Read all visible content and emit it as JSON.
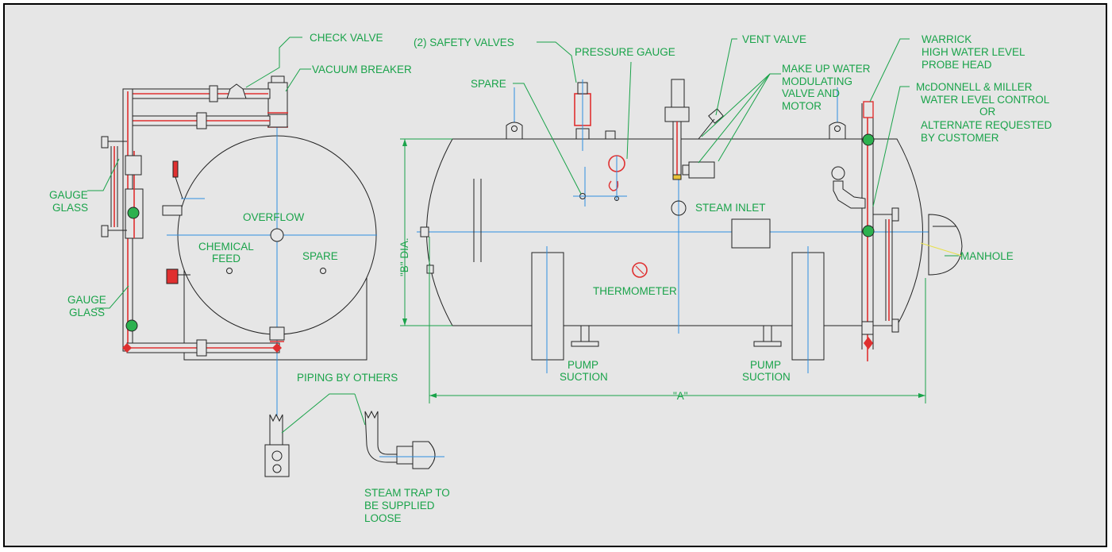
{
  "labels": {
    "check_valve": "CHECK VALVE",
    "vacuum_breaker": "VACUUM BREAKER",
    "gauge_glass_top_1": "GAUGE",
    "gauge_glass_top_2": "GLASS",
    "gauge_glass_bottom_1": "GAUGE",
    "gauge_glass_bottom_2": "GLASS",
    "overflow": "OVERFLOW",
    "chemical_feed_1": "CHEMICAL",
    "chemical_feed_2": "FEED",
    "spare_left": "SPARE",
    "piping_by_others": "PIPING BY OTHERS",
    "steam_trap_1": "STEAM TRAP TO",
    "steam_trap_2": "BE SUPPLIED",
    "steam_trap_3": "LOOSE",
    "safety_valves": "(2) SAFETY VALVES",
    "pressure_gauge": "PRESSURE GAUGE",
    "spare_right": "SPARE",
    "vent_valve": "VENT VALVE",
    "makeup_1": "MAKE UP WATER",
    "makeup_2": "MODULATING",
    "makeup_3": "VALVE AND",
    "makeup_4": "MOTOR",
    "warrick_1": "WARRICK",
    "warrick_2": "HIGH WATER LEVEL",
    "warrick_3": "PROBE HEAD",
    "mcd_1": "McDONNELL & MILLER",
    "mcd_2": "WATER LEVEL CONTROL",
    "mcd_3": "OR",
    "mcd_4": "ALTERNATE REQUESTED",
    "mcd_5": "BY CUSTOMER",
    "steam_inlet": "STEAM INLET",
    "b_dia": "\"B\" DIA.",
    "manhole": "MANHOLE",
    "thermometer": "THERMOMETER",
    "pump_suction_left_1": "PUMP",
    "pump_suction_left_2": "SUCTION",
    "pump_suction_right_1": "PUMP",
    "pump_suction_right_2": "SUCTION",
    "a_dim": "\"A\""
  },
  "colors": {
    "label_green": "#1aa34a",
    "centerline_blue": "#2d8fe0",
    "pipe_red": "#e03030",
    "valve_green": "#2db14f",
    "background": "#e6e6e6"
  }
}
